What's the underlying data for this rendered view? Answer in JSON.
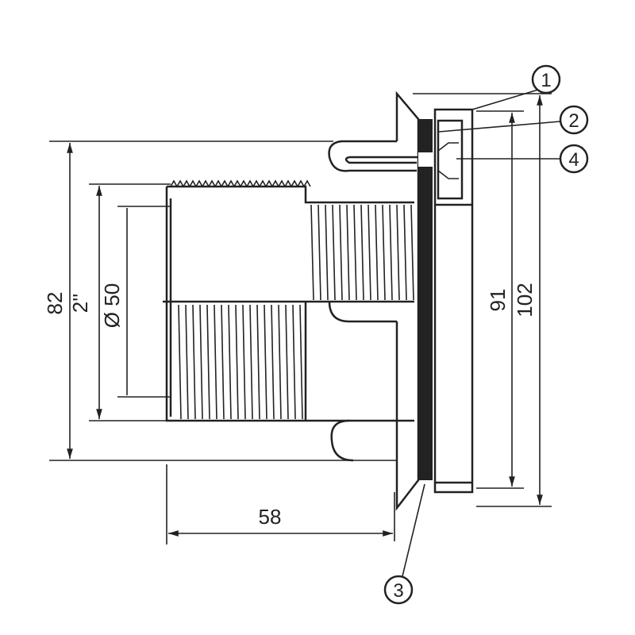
{
  "dimensions": {
    "outer_diameter": "82",
    "thread_size": "2''",
    "inner_diameter": "Ø 50",
    "plate_inner": "91",
    "plate_outer": "102",
    "length": "58"
  },
  "callouts": [
    "1",
    "2",
    "3",
    "4"
  ]
}
